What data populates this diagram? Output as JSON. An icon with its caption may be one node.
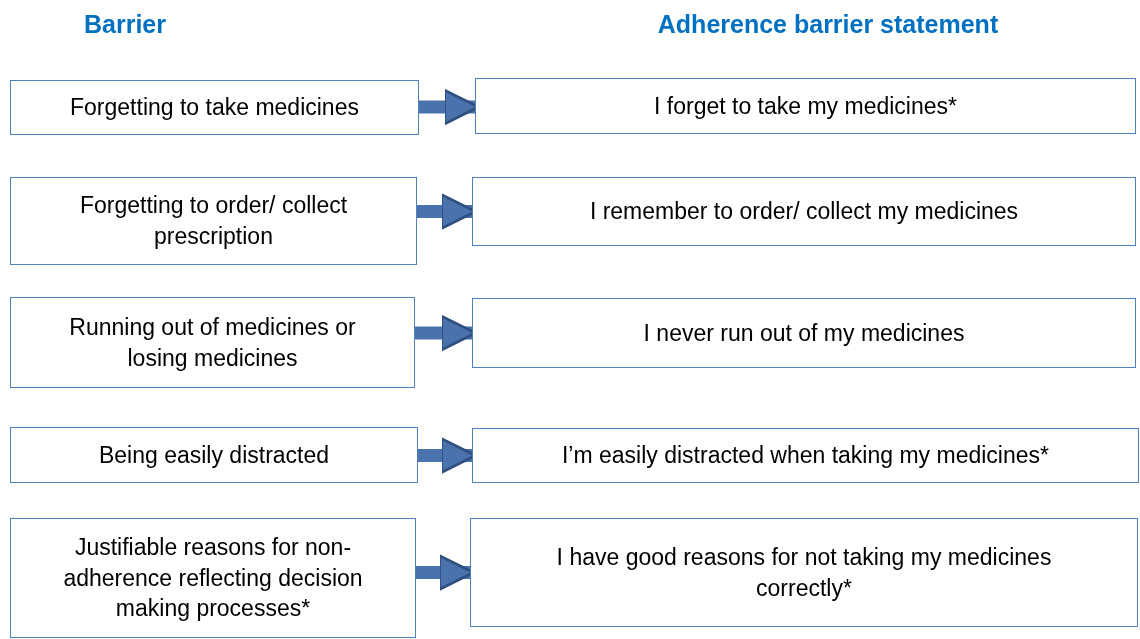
{
  "diagram": {
    "nodes": [
      {
        "text": [
          "Forgetting to take medicines"
        ]
      },
      {
        "text": [
          "I forget to take my medicines*"
        ]
      },
      {
        "text": [
          "Forgetting to order/ collect prescription"
        ]
      },
      {
        "text": [
          "I remember to order/ collect my medicines"
        ]
      },
      {
        "text": [
          "Running out of medicines or losing medicines"
        ]
      },
      {
        "text": [
          "I never run out of my medicines"
        ]
      },
      {
        "text": [
          "Being easily distracted"
        ]
      },
      {
        "text": [
          "I’m easily distracted when taking my medicines*"
        ]
      },
      {
        "text": [
          "Justifiable reasons for non-adherence reflecting decision making processes*"
        ]
      },
      {
        "text": [
          "I have good reasons for not taking my medicines correctly*"
        ]
      }
    ],
    "edges": [
      {
        "from": 0,
        "to": 1,
        "arrow": "to"
      },
      {
        "from": 2,
        "to": 3,
        "arrow": "to"
      },
      {
        "from": 4,
        "to": 5,
        "arrow": "to"
      },
      {
        "from": 6,
        "to": 7,
        "arrow": "to"
      },
      {
        "from": 8,
        "to": 9,
        "arrow": "to"
      }
    ],
    "labels": [
      "Barrier",
      "Adherence barrier statement"
    ]
  }
}
